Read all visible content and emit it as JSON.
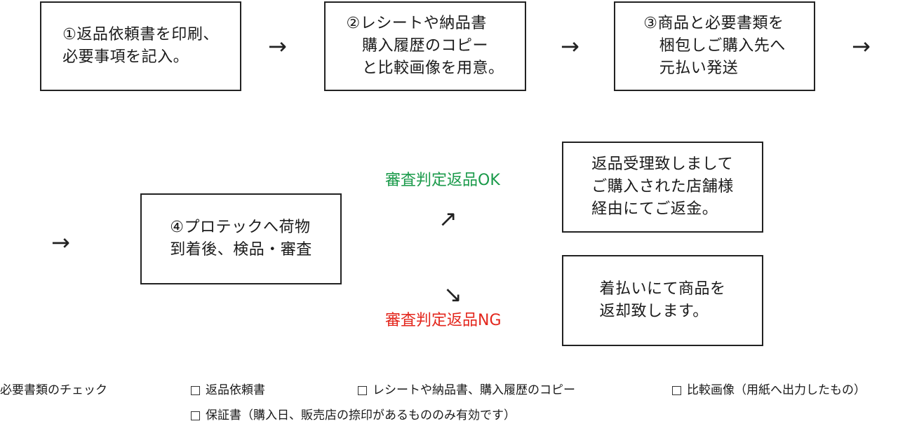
{
  "steps": [
    {
      "text": "①返品依頼書を印刷、\n必要事項を記入。"
    },
    {
      "text": "②レシートや納品書\n　購入履歴のコピー\n　と比較画像を用意。"
    },
    {
      "text": "③商品と必要書類を\n　梱包しご購入先へ\n　元払い発送"
    },
    {
      "text": "④プロテックへ荷物\n到着後、検品・審査"
    }
  ],
  "arrows": {
    "right": "→",
    "up_right": "↗",
    "down_right": "↘"
  },
  "outcomes": {
    "ok": {
      "label": "審査判定返品OK",
      "color": "#1a9a4a",
      "text": "返品受理致しまして\nご購入された店舗様\n経由にてご返金。"
    },
    "ng": {
      "label": "審査判定返品NG",
      "color": "#e3261c",
      "text": "着払いにて商品を\n返却致します。"
    }
  },
  "checklist": {
    "title": "必要書類のチェック",
    "items": [
      "返品依頼書",
      "レシートや納品書、購入履歴のコピー",
      "比較画像（用紙へ出力したもの）",
      "保証書（購入日、販売店の捺印があるもののみ有効です）"
    ]
  }
}
